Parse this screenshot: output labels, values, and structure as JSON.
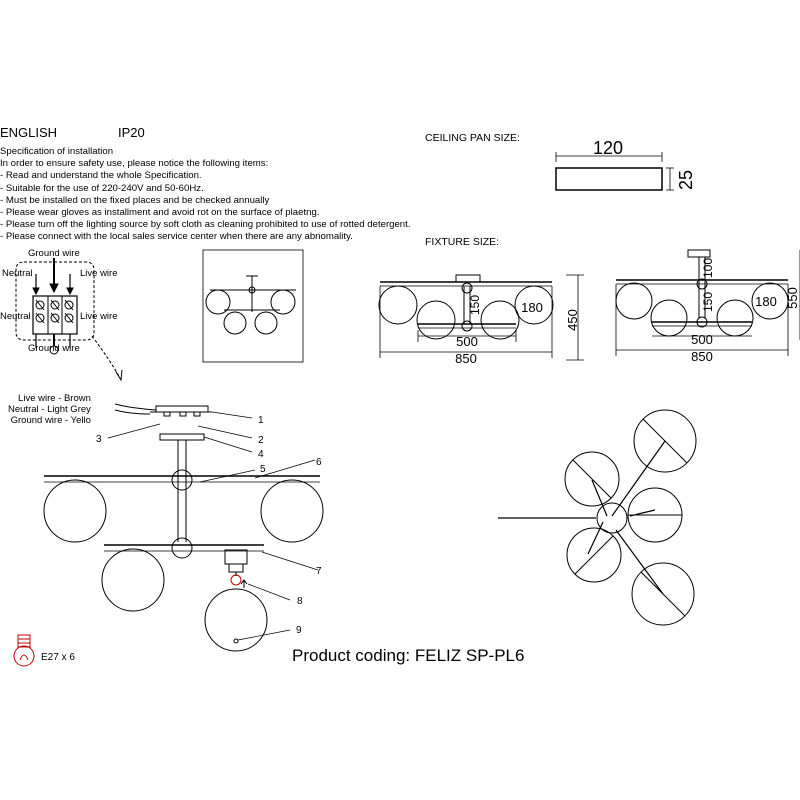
{
  "header": {
    "language": "ENGLISH",
    "ip_rating": "IP20",
    "ceiling_pan_title": "CEILING PAN  SIZE:",
    "fixture_size_title": "FIXTURE SIZE:"
  },
  "spec": {
    "title": "Specification of installation",
    "lines": [
      "In order to ensure safety use, please notice the following items:",
      "- Read and understand the whole Specification.",
      "- Suitable for the use of 220-240V and 50-60Hz.",
      "- Must be installed on the fixed places and be checked annually",
      "- Please wear gloves as installment and avoid rot on the surface of plaetng.",
      "- Please turn off the lighting source by soft cloth as cleaning prohibited to use of rotted detergent.",
      "- Please connect with the local sales service center when there are any abnomality."
    ]
  },
  "wiring": {
    "ground_top": "Ground wire",
    "neutral_top": "Neutral",
    "live_top": "Live wire",
    "neutral_bottom": "Neutral",
    "live_bottom": "Live wire",
    "ground_bottom": "Ground wire",
    "legend": [
      "Live wire - Brown",
      "Neutral - Light Grey",
      "Ground wire - Yello"
    ]
  },
  "ceiling_pan": {
    "width": "120",
    "height": "25"
  },
  "fixture_a": {
    "globe": "180",
    "stem": "150",
    "inner": "500",
    "total": "850",
    "height": "450"
  },
  "fixture_b": {
    "globe": "180",
    "top": "100",
    "stem": "150",
    "inner": "500",
    "total": "850",
    "height": "550"
  },
  "parts": [
    "1",
    "2",
    "3",
    "4",
    "5",
    "6",
    "7",
    "8",
    "9"
  ],
  "bulb": "E27 x 6",
  "product_coding": "Product coding: FELIZ SP-PL6"
}
